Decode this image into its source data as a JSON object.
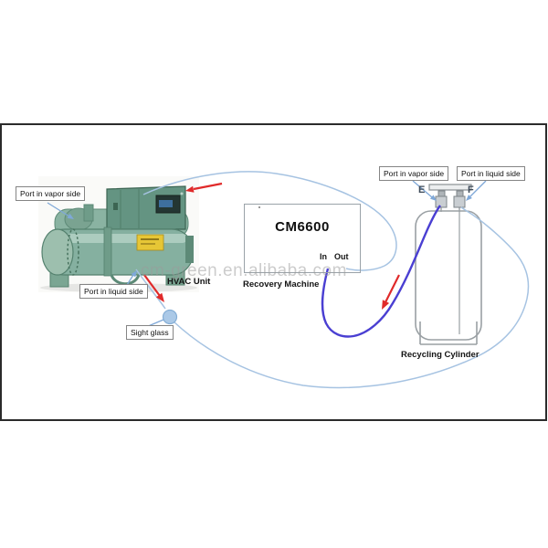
{
  "colors": {
    "frame": "#2b2b2b",
    "hoselight": "#a6c3e2",
    "hosedark": "#4a3fd2",
    "arrowred": "#e02a2a",
    "pointer": "#7fa8d8",
    "machinegreen": "#85b0a0",
    "machinegreendark": "#54816e",
    "warningyellow": "#e6c636",
    "cylindergray": "#9aa0a4",
    "watermark": "#9b9b9b",
    "sightglass": "#abc9e7"
  },
  "watermark_text": "cm-green.en.alibaba.com",
  "hvac": {
    "caption": "HVAC Unit",
    "vapor_label": "Port in vapor side",
    "liquid_label": "Port in liquid side",
    "sight_glass_label": "Sight glass"
  },
  "recovery": {
    "model": "CM6600",
    "caption": "Recovery Machine",
    "in_label": "In",
    "out_label": "Out"
  },
  "cylinder": {
    "caption": "Recycling Cylinder",
    "vapor_label": "Port in vapor side",
    "liquid_label": "Port in liquid side",
    "port_e": "E",
    "port_f": "F"
  }
}
